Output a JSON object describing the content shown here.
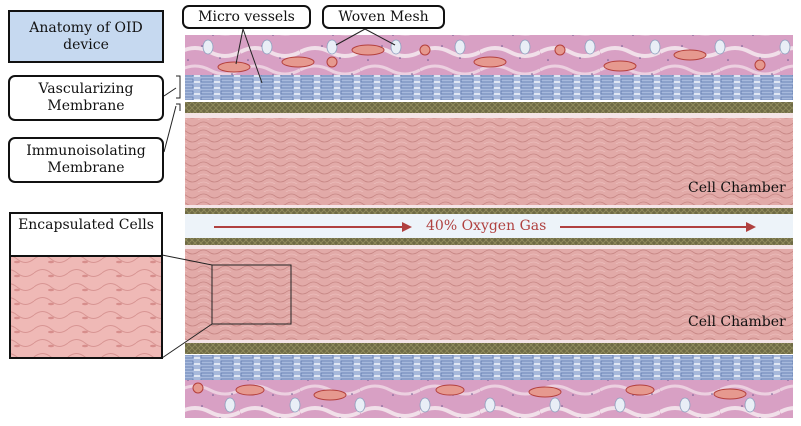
{
  "title": "Anatomy of OID device",
  "labels": {
    "micro_vessels": "Micro vessels",
    "woven_mesh": "Woven Mesh",
    "vascularizing_membrane": "Vascularizing Membrane",
    "immunoisolating_membrane": "Immunoisolating Membrane",
    "encapsulated_cells": "Encapsulated Cells",
    "cell_chamber_top": "Cell Chamber",
    "cell_chamber_bottom": "Cell Chamber",
    "gas_channel": "40% Oxygen Gas"
  },
  "colors": {
    "title_bg": "#c6d9f0",
    "tissue": "#d9a3c6",
    "vascular": "#9fb3d8",
    "membrane": "#6e6a44",
    "cells": "#e0a8a6",
    "gas_bg": "#edf3f9",
    "arrow": "#b0403f"
  }
}
